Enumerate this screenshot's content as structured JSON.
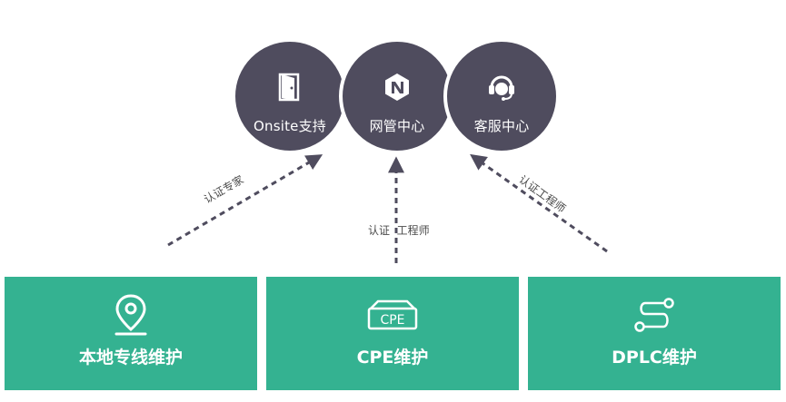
{
  "colors": {
    "circle_fill": "#4f4c5e",
    "box_fill": "#34b291",
    "arrow": "#4f4c5e",
    "text_white": "#ffffff"
  },
  "circles": [
    {
      "label": "Onsite支持",
      "icon": "door-icon"
    },
    {
      "label": "网管中心",
      "icon": "network-logo-icon"
    },
    {
      "label": "客服中心",
      "icon": "headset-icon"
    }
  ],
  "arrows": {
    "left_label": "认证专家",
    "middle_label": "认证  工程师",
    "right_label": "认证工程师"
  },
  "boxes": [
    {
      "label": "本地专线维护",
      "icon": "location-pin-icon"
    },
    {
      "label": "CPE维护",
      "icon": "cpe-device-icon",
      "icon_text": "CPE"
    },
    {
      "label": "DPLC维护",
      "icon": "route-path-icon"
    }
  ]
}
